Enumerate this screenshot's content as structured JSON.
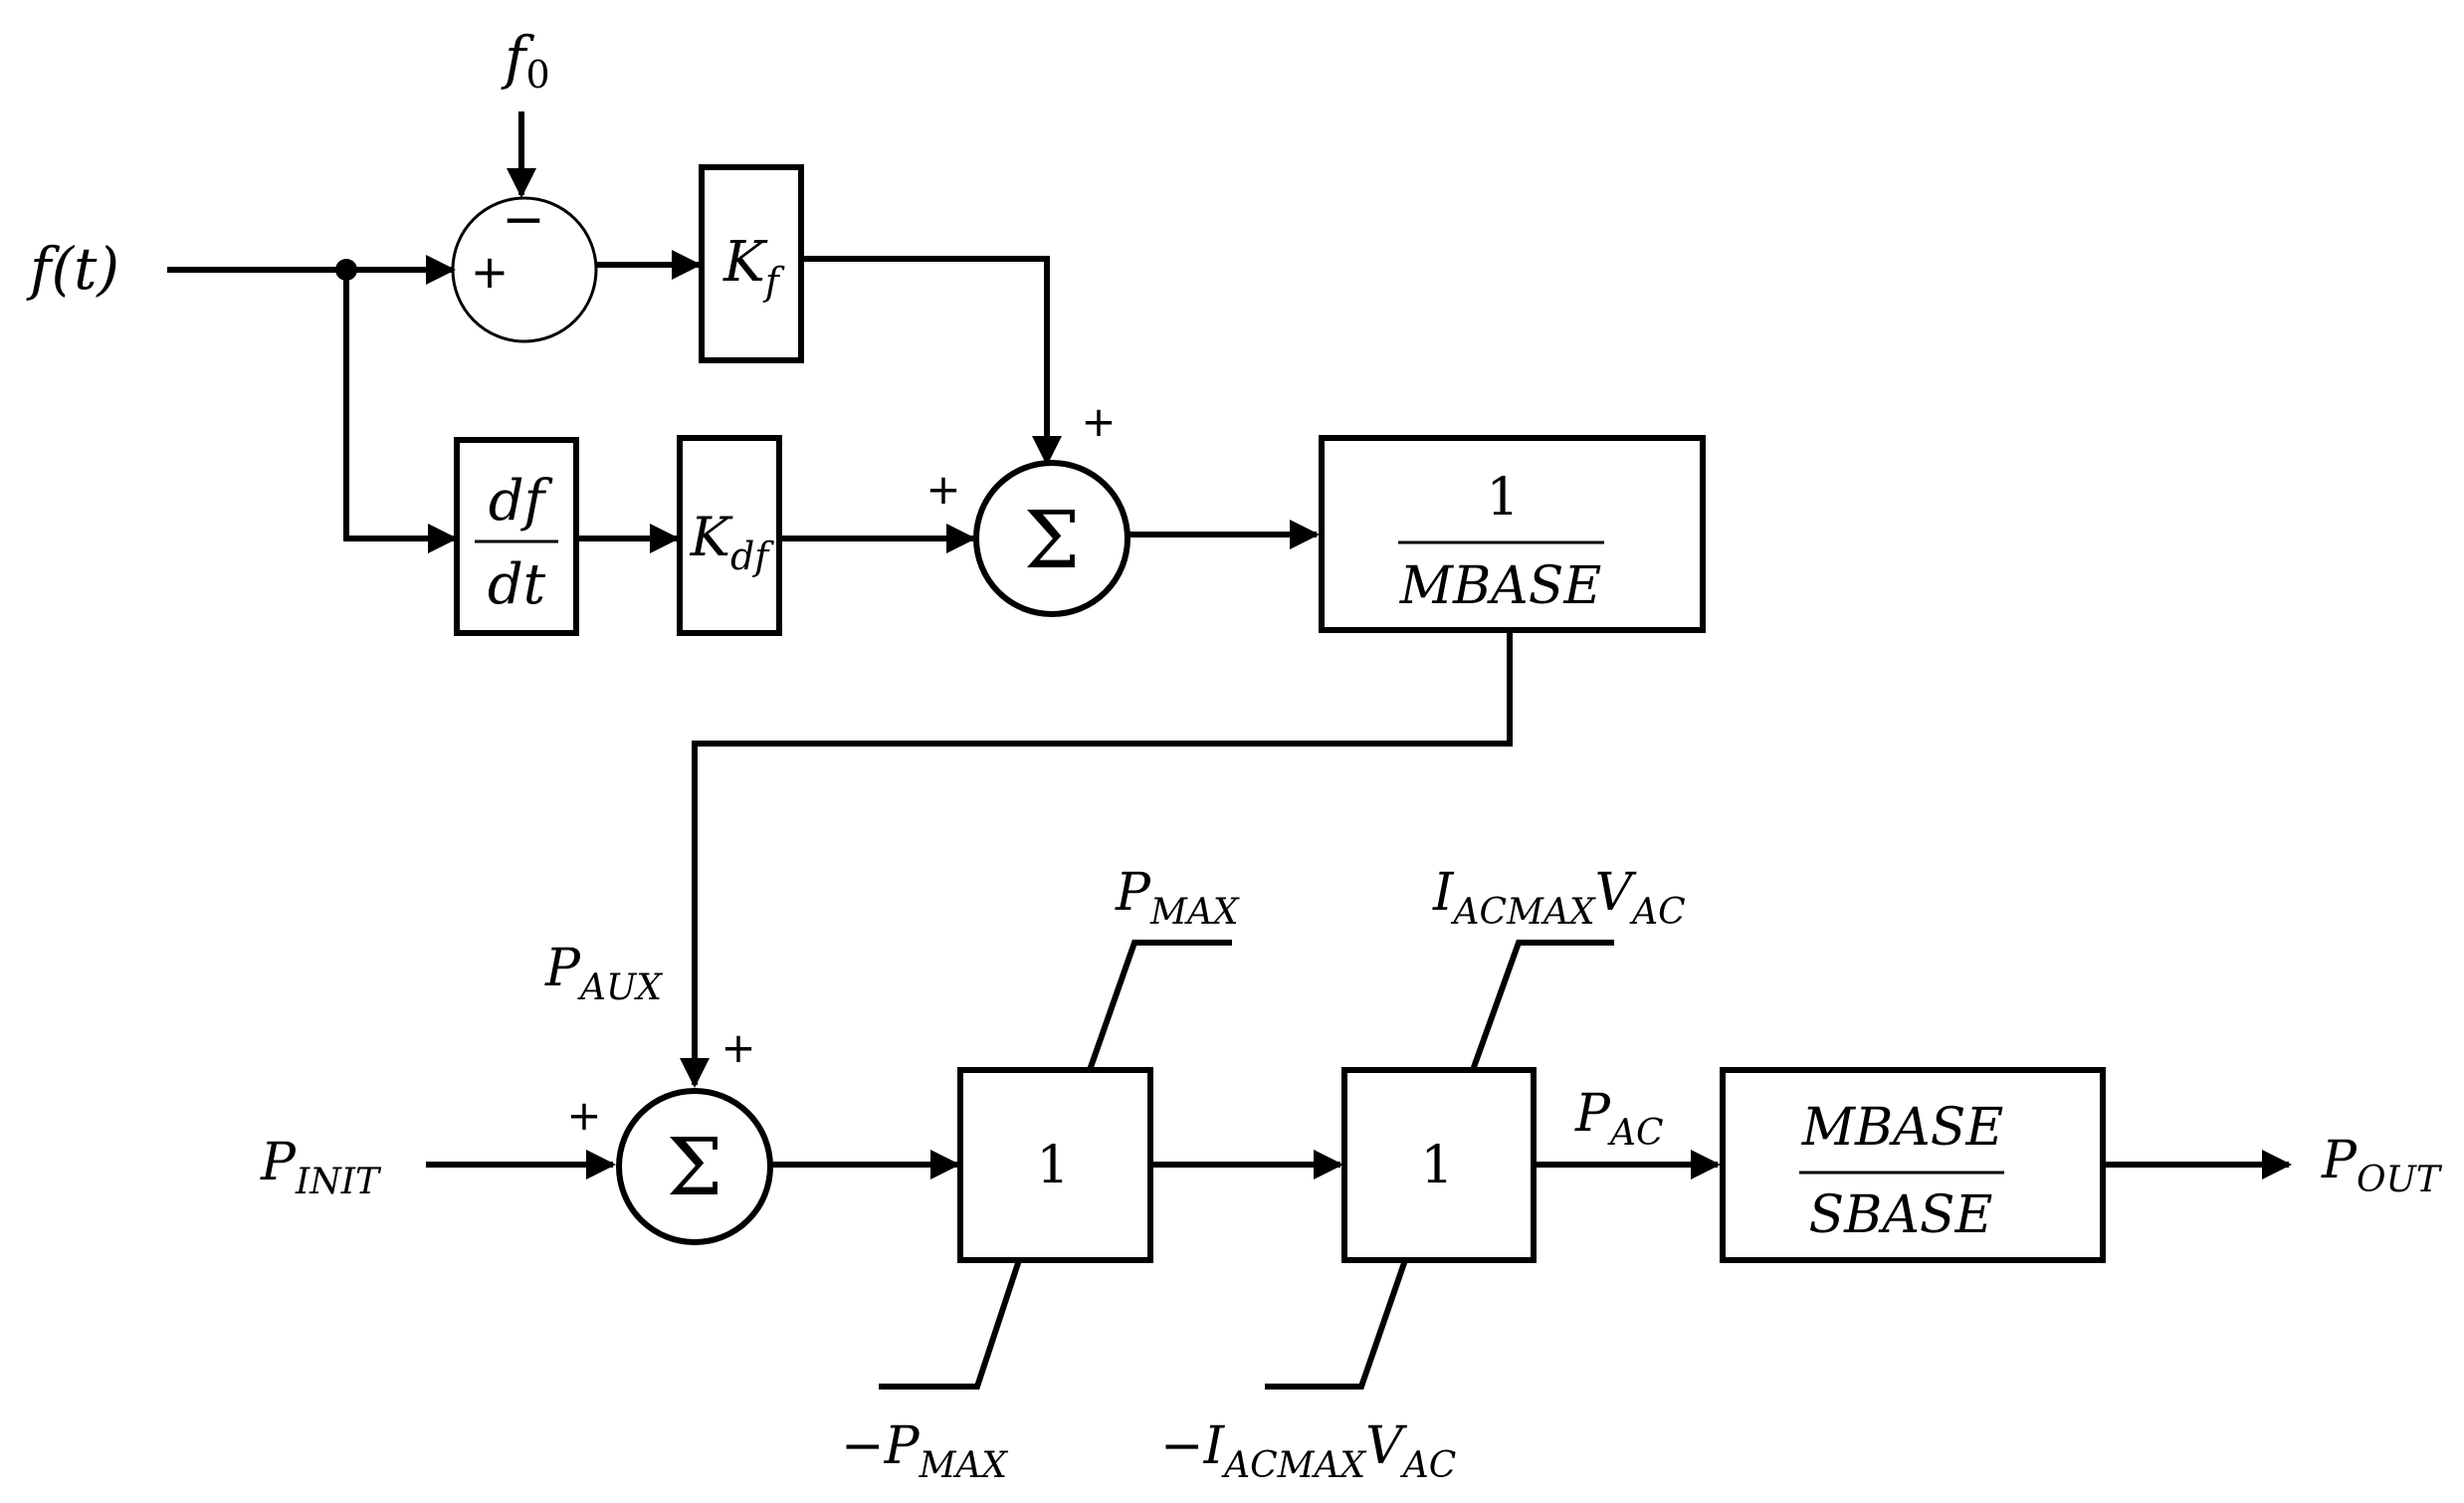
{
  "diagram": {
    "input": {
      "main": "f",
      "paren": "(t)"
    },
    "f0": {
      "main": "f",
      "sub": "0"
    },
    "sum1": {
      "plus": "+",
      "minus": "−"
    },
    "kf": {
      "main": "K",
      "sub": "f"
    },
    "deriv": {
      "num": "df",
      "den": "dt"
    },
    "kdf": {
      "main": "K",
      "sub": "df"
    },
    "sum2": {
      "symbol": "Σ",
      "top_sign": "+",
      "left_sign": "+"
    },
    "mbase_inv": {
      "num": "1",
      "den": "MBASE"
    },
    "paux": {
      "main": "P",
      "sub": "AUX"
    },
    "pinit": {
      "main": "P",
      "sub": "INIT"
    },
    "sum3": {
      "symbol": "Σ",
      "top_sign": "+",
      "left_sign": "+"
    },
    "lim1": {
      "value": "1",
      "upper_main": "P",
      "upper_sub": "MAX",
      "lower_main": "−P",
      "lower_sub": "MAX"
    },
    "lim2": {
      "value": "1",
      "upper_main": "I",
      "upper_sub": "ACMAX",
      "upper_main2": "V",
      "upper_sub2": "AC",
      "lower_main": "−I",
      "lower_sub": "ACMAX",
      "lower_main2": "V",
      "lower_sub2": "AC"
    },
    "pac": {
      "main": "P",
      "sub": "AC"
    },
    "ratio": {
      "num": "MBASE",
      "den": "SBASE"
    },
    "pout": {
      "main": "P",
      "sub": "OUT"
    }
  }
}
